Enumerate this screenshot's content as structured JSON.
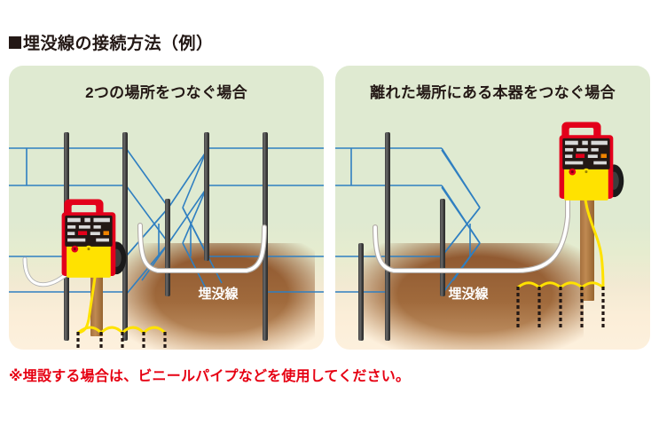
{
  "heading": {
    "marker": "square-bullet",
    "text": "埋没線の接続方法（例）"
  },
  "panels": [
    {
      "id": "two-locations",
      "title": "2つの場所をつなぐ場合",
      "soil_label": "埋没線",
      "ground_rod_count": 5,
      "energizer": {
        "name": "electric-fence-energizer",
        "body_color": "#e3001b",
        "lower_color": "#ffe200",
        "panel_color": "#231815"
      },
      "wires": {
        "buried": "#ffffff",
        "earth": "#ffe200",
        "fence": "#2f7fc1"
      },
      "fence_post_color": "#4d4d4d",
      "soil_color": "#9a6038"
    },
    {
      "id": "remote-unit",
      "title": "離れた場所にある本器をつなぐ場合",
      "soil_label": "埋没線",
      "ground_rod_count": 5,
      "energizer": {
        "name": "electric-fence-energizer",
        "body_color": "#e3001b",
        "lower_color": "#ffe200",
        "panel_color": "#231815"
      },
      "wires": {
        "buried": "#ffffff",
        "earth": "#ffe200",
        "fence": "#2f7fc1"
      },
      "fence_post_color": "#4d4d4d",
      "soil_color": "#9a6038"
    }
  ],
  "footnote": {
    "text": "※埋設する場合は、ビニールパイプなどを使用してください。",
    "color": "#e60012"
  },
  "colors": {
    "panel_background_top": "#dfead1",
    "panel_background_bottom": "#fdf0dd",
    "heading_text": "#231815",
    "page_background": "#ffffff"
  }
}
